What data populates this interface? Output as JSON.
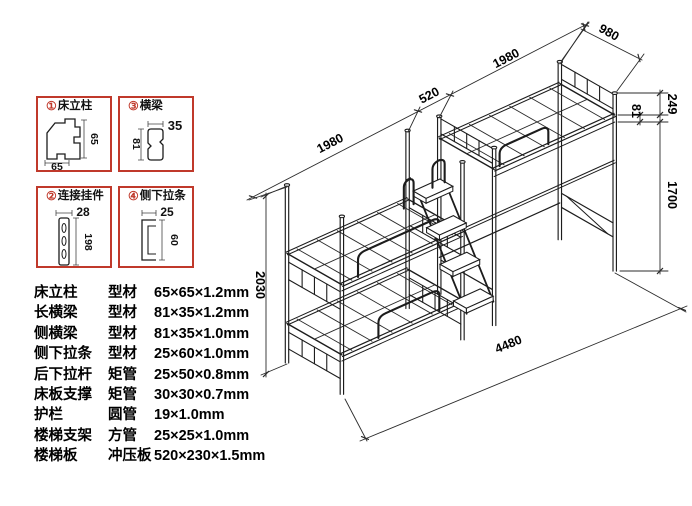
{
  "colors": {
    "accent_red": "#c0392b",
    "ink": "#1c1c1c",
    "dim_line": "#2b2b2b"
  },
  "profiles": [
    {
      "num": "①",
      "name": "床立柱",
      "dim_w": "65",
      "dim_h": "65"
    },
    {
      "num": "③",
      "name": "横梁",
      "dim_w": "35",
      "dim_h": "81"
    },
    {
      "num": "②",
      "name": "连接挂件",
      "dim_w": "28",
      "dim_h": "198"
    },
    {
      "num": "④",
      "name": "侧下拉条",
      "dim_w": "25",
      "dim_h": "60"
    }
  ],
  "specs": [
    {
      "part": "床立柱",
      "material": "型材",
      "size": "65×65×1.2mm"
    },
    {
      "part": "长横梁",
      "material": "型材",
      "size": "81×35×1.2mm"
    },
    {
      "part": "侧横梁",
      "material": "型材",
      "size": "81×35×1.0mm"
    },
    {
      "part": "侧下拉条",
      "material": "型材",
      "size": "25×60×1.0mm"
    },
    {
      "part": "后下拉杆",
      "material": "矩管",
      "size": "25×50×0.8mm"
    },
    {
      "part": "床板支撑",
      "material": "矩管",
      "size": "30×30×0.7mm"
    },
    {
      "part": "护栏",
      "material": "圆管",
      "size": "19×1.0mm"
    },
    {
      "part": "楼梯支架",
      "material": "方管",
      "size": "25×25×1.0mm"
    },
    {
      "part": "楼梯板",
      "material": "冲压板",
      "size": "520×230×1.5mm"
    }
  ],
  "drawing": {
    "dims": {
      "left_length": "1980",
      "gap": "520",
      "right_length": "1980",
      "depth": "980",
      "rail_top": "249",
      "frame": "81",
      "clearance": "1700",
      "bunk_height": "2030",
      "total_length": "4480"
    }
  }
}
